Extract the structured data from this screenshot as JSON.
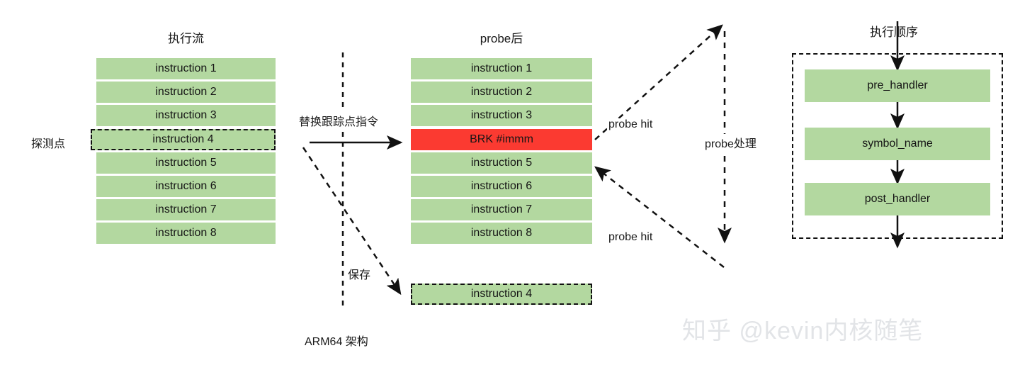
{
  "diagram": {
    "watermark": "知乎 @kevin内核随笔",
    "colors": {
      "instruction_green": "#b3d8a0",
      "brk_red": "#fb3a31",
      "stroke": "#111111",
      "watermark_grey": "#e2e4e7"
    }
  },
  "left_column": {
    "title": "执行流",
    "side_label": "探测点",
    "highlighted_index": 3,
    "instructions": [
      "instruction 1",
      "instruction 2",
      "instruction 3",
      "instruction 4",
      "instruction 5",
      "instruction 6",
      "instruction 7",
      "instruction 8"
    ]
  },
  "middle_column": {
    "title": "probe后",
    "red_index": 3,
    "instructions": [
      "instruction 1",
      "instruction 2",
      "instruction 3",
      "BRK #immm",
      "instruction 5",
      "instruction 6",
      "instruction 7",
      "instruction 8"
    ]
  },
  "saved_instruction": {
    "label": "instruction 4"
  },
  "edge_labels": {
    "replace": "替换跟踪点指令",
    "save": "保存",
    "arch": "ARM64 架构",
    "probe_hit_top": "probe hit",
    "probe_hit_bottom": "probe hit",
    "probe_handling": "probe处理"
  },
  "right_panel": {
    "title": "执行顺序",
    "handlers": [
      "pre_handler",
      "symbol_name",
      "post_handler"
    ]
  }
}
